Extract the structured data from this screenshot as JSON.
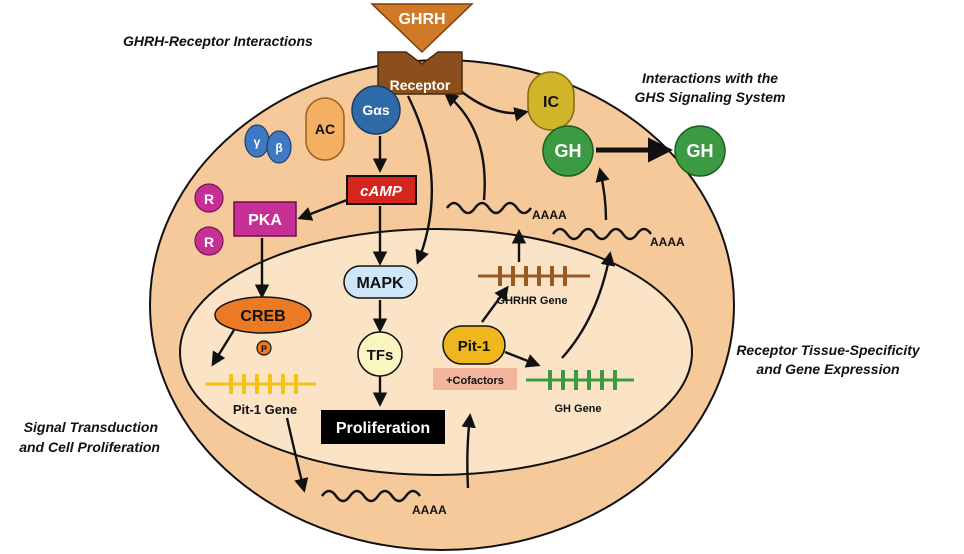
{
  "captions": {
    "receptor_interactions": "GHRH-Receptor Interactions",
    "ghs_line1": "Interactions with the",
    "ghs_line2": "GHS Signaling System",
    "tissue_line1": "Receptor Tissue-Specificity",
    "tissue_line2": "and Gene Expression",
    "signal_line1": "Signal Transduction",
    "signal_line2": "and Cell Proliferation"
  },
  "nodes": {
    "ghrh": "GHRH",
    "receptor": "Receptor",
    "gas": "Gαs",
    "ac": "AC",
    "gamma": "γ",
    "beta": "β",
    "camp": "cAMP",
    "r1": "R",
    "r2": "R",
    "pka": "PKA",
    "ic": "IC",
    "gh_bound": "GH",
    "gh_free": "GH",
    "mapk": "MAPK",
    "creb": "CREB",
    "phospho": "P",
    "tfs": "TFs",
    "proliferation": "Proliferation",
    "pit1": "Pit-1",
    "cofactors": "+Cofactors"
  },
  "genes": {
    "pit1_gene": "Pit-1 Gene",
    "ghrhr_gene": "GHRHR Gene",
    "gh_gene": "GH Gene"
  },
  "mrna": {
    "upper": "AAAA",
    "right": "AAAA",
    "bottom": "AAAA"
  },
  "colors": {
    "cell": "#f6c99a",
    "nucleus": "#fbe4c6",
    "ghrh": "#d07a28",
    "receptor": "#8b4f1d",
    "gas": "#2f6aa8",
    "ac": "#f3b062",
    "beta_gamma": "#3f79c3",
    "camp": "#d4261c",
    "pka": "#c62f93",
    "ic": "#d0b52a",
    "gh": "#3c9b42",
    "mapk": "#cfe6f8",
    "creb": "#ec7a25",
    "tfs": "#fbf5c2",
    "proliferation": "#000000",
    "pit1": "#f0b61e",
    "cofactors": "#f2b49a",
    "gene_pit1": "#f3c316",
    "gene_ghrhr": "#9a5b22",
    "gene_gh": "#3c9b42"
  }
}
